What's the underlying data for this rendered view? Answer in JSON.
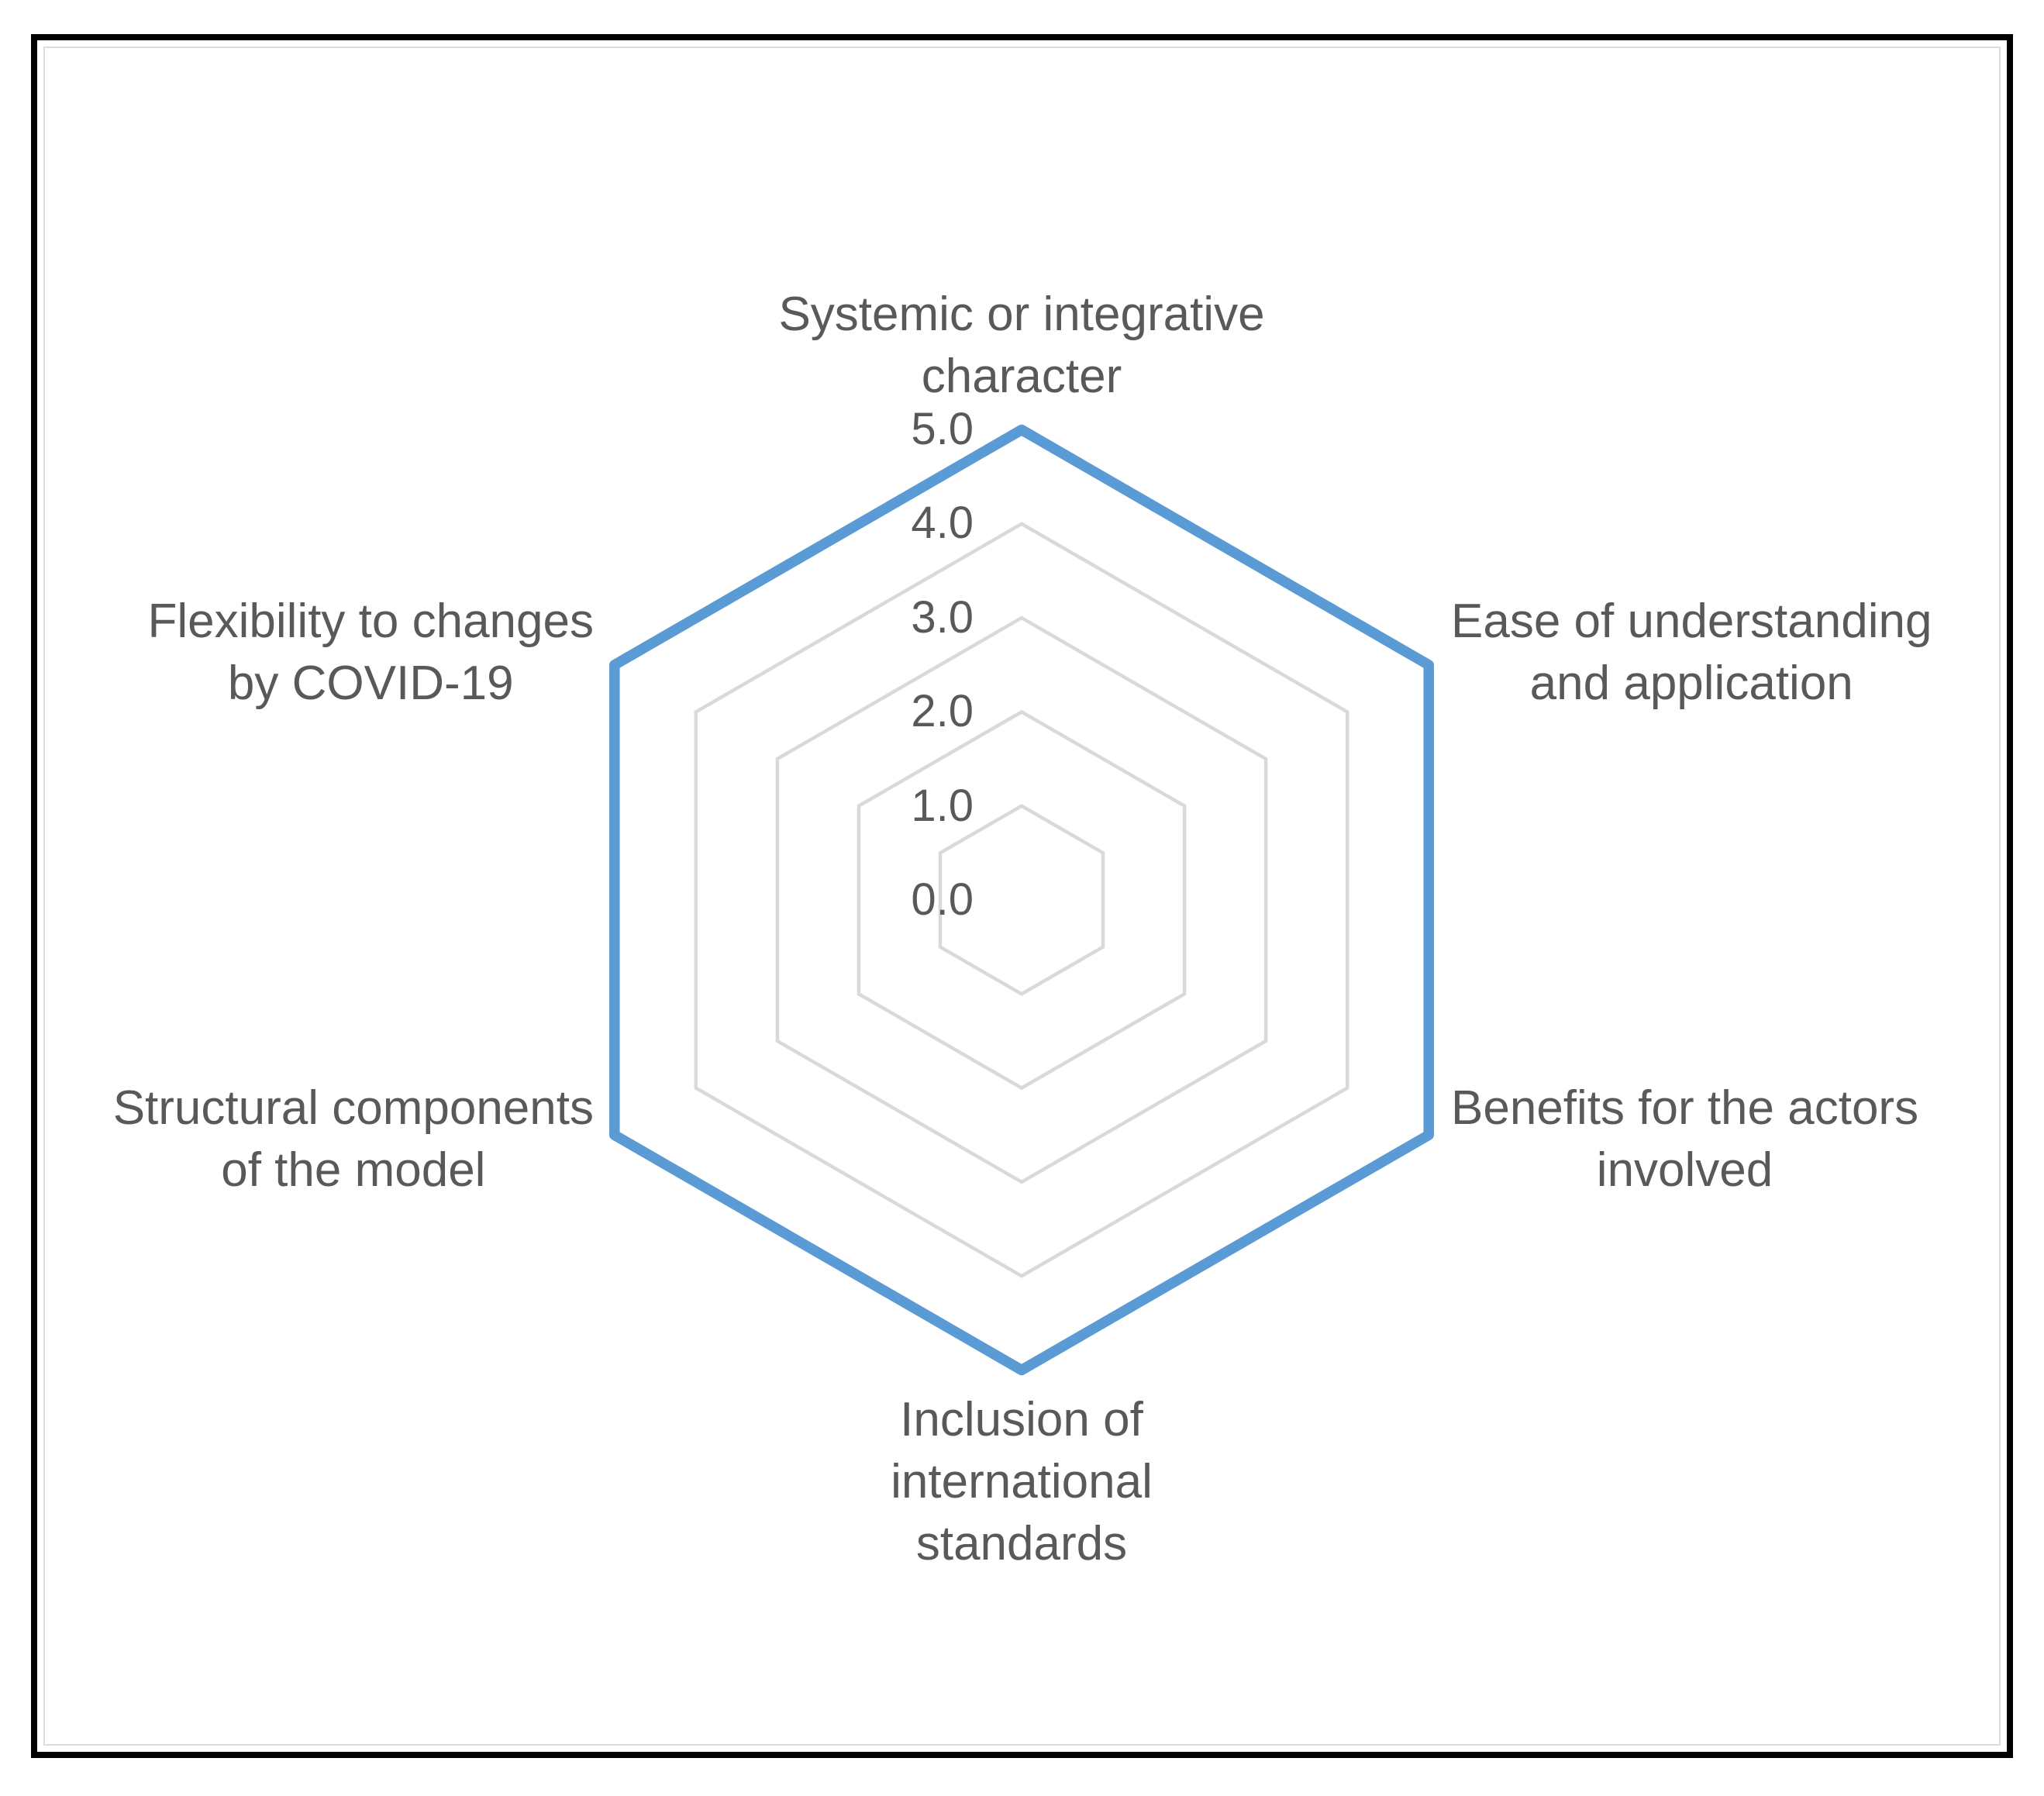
{
  "figure": {
    "background_color": "#ffffff",
    "border_color": "#000000",
    "inner_hairline_color": "#dcdcdc"
  },
  "chart_data": {
    "type": "radar",
    "axes_count": 6,
    "categories": [
      {
        "lines": [
          "Systemic or integrative",
          "character"
        ]
      },
      {
        "lines": [
          "Ease of understanding",
          "and application"
        ]
      },
      {
        "lines": [
          "Benefits for the actors",
          "involved"
        ]
      },
      {
        "lines": [
          "Inclusion of",
          "international",
          "standards"
        ]
      },
      {
        "lines": [
          "Structural components",
          "of the model"
        ]
      },
      {
        "lines": [
          "Flexibility to changes",
          "by COVID-19"
        ]
      }
    ],
    "series": [
      {
        "values": [
          5.0,
          5.0,
          5.0,
          5.0,
          5.0,
          5.0
        ],
        "color": "#5b9bd5"
      }
    ],
    "axis": {
      "min": 0,
      "max": 5,
      "step": 1,
      "tick_labels": [
        "5.0",
        "4.0",
        "3.0",
        "2.0",
        "1.0",
        "0.0"
      ],
      "grid_color": "#d9d9d9",
      "text_color": "#595959"
    },
    "legend": "none",
    "grid": "concentric-hexagons"
  }
}
